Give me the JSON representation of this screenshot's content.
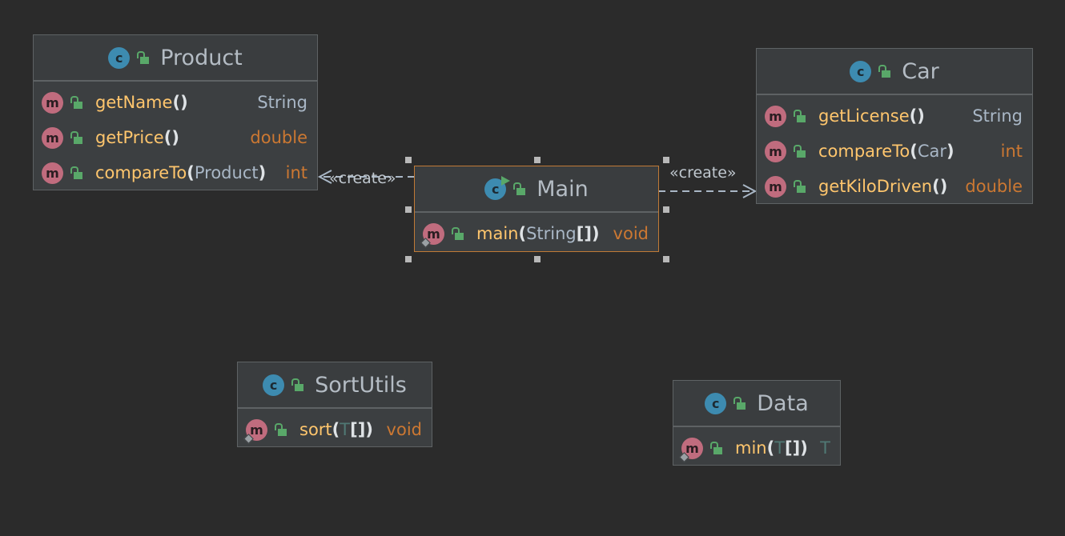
{
  "classes": {
    "product": {
      "name": "Product",
      "methods": [
        {
          "name": "getName",
          "params": "",
          "return": "String"
        },
        {
          "name": "getPrice",
          "params": "",
          "return": "double"
        },
        {
          "name": "compareTo",
          "params": "Product",
          "return": "int"
        }
      ]
    },
    "car": {
      "name": "Car",
      "methods": [
        {
          "name": "getLicense",
          "params": "",
          "return": "String"
        },
        {
          "name": "compareTo",
          "params": "Car",
          "return": "int"
        },
        {
          "name": "getKiloDriven",
          "params": "",
          "return": "double"
        }
      ]
    },
    "main": {
      "name": "Main",
      "methods": [
        {
          "name": "main",
          "params": "String",
          "params_suffix": "[]",
          "return": "void"
        }
      ]
    },
    "sortutils": {
      "name": "SortUtils",
      "methods": [
        {
          "name": "sort",
          "params": "T",
          "params_suffix": "[]",
          "return": "void"
        }
      ]
    },
    "data": {
      "name": "Data",
      "methods": [
        {
          "name": "min",
          "params": "T",
          "params_suffix": "[]",
          "return": "T"
        }
      ]
    }
  },
  "edges": {
    "main_to_product": {
      "label": "«create»"
    },
    "main_to_car": {
      "label": "«create»"
    }
  },
  "icons": {
    "class": "class-icon",
    "method": "method-icon",
    "visibility": "lock-icon",
    "run": "run-icon"
  },
  "colors": {
    "background": "#2b2b2b",
    "node_fill": "#3c3f41",
    "selected_border": "#c07a36",
    "method_name": "#ffc66d",
    "primitive_type": "#cc7832",
    "class_icon": "#3d8bb0",
    "method_icon": "#c06c7e",
    "public_lock": "#59a869"
  }
}
